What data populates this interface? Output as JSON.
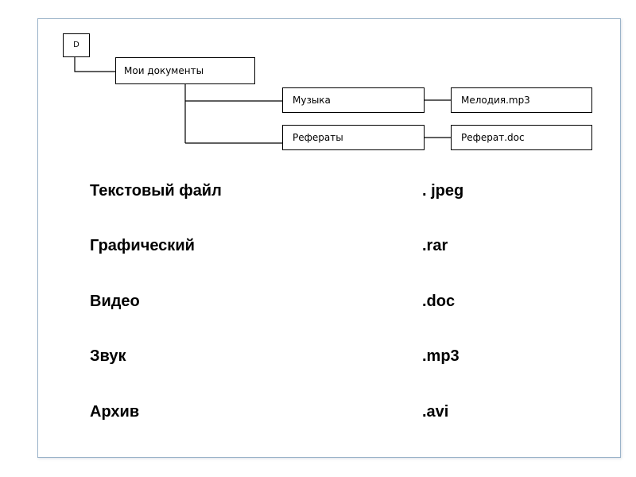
{
  "tree": {
    "root": "D",
    "my_documents": "Мои документы",
    "music": "Музыка",
    "reports": "Рефераты",
    "melody_file": "Мелодия.mp3",
    "report_file": "Реферат.doc"
  },
  "matching": {
    "file_types": [
      "Текстовый файл",
      "Графический",
      "Видео",
      "Звук",
      "Архив"
    ],
    "extensions": [
      ". jpeg",
      ".rar",
      ".doc",
      ".mp3",
      ".avi"
    ]
  },
  "colors": {
    "frame_border": "#9bb3c9",
    "line": "#000000",
    "background": "#ffffff"
  }
}
